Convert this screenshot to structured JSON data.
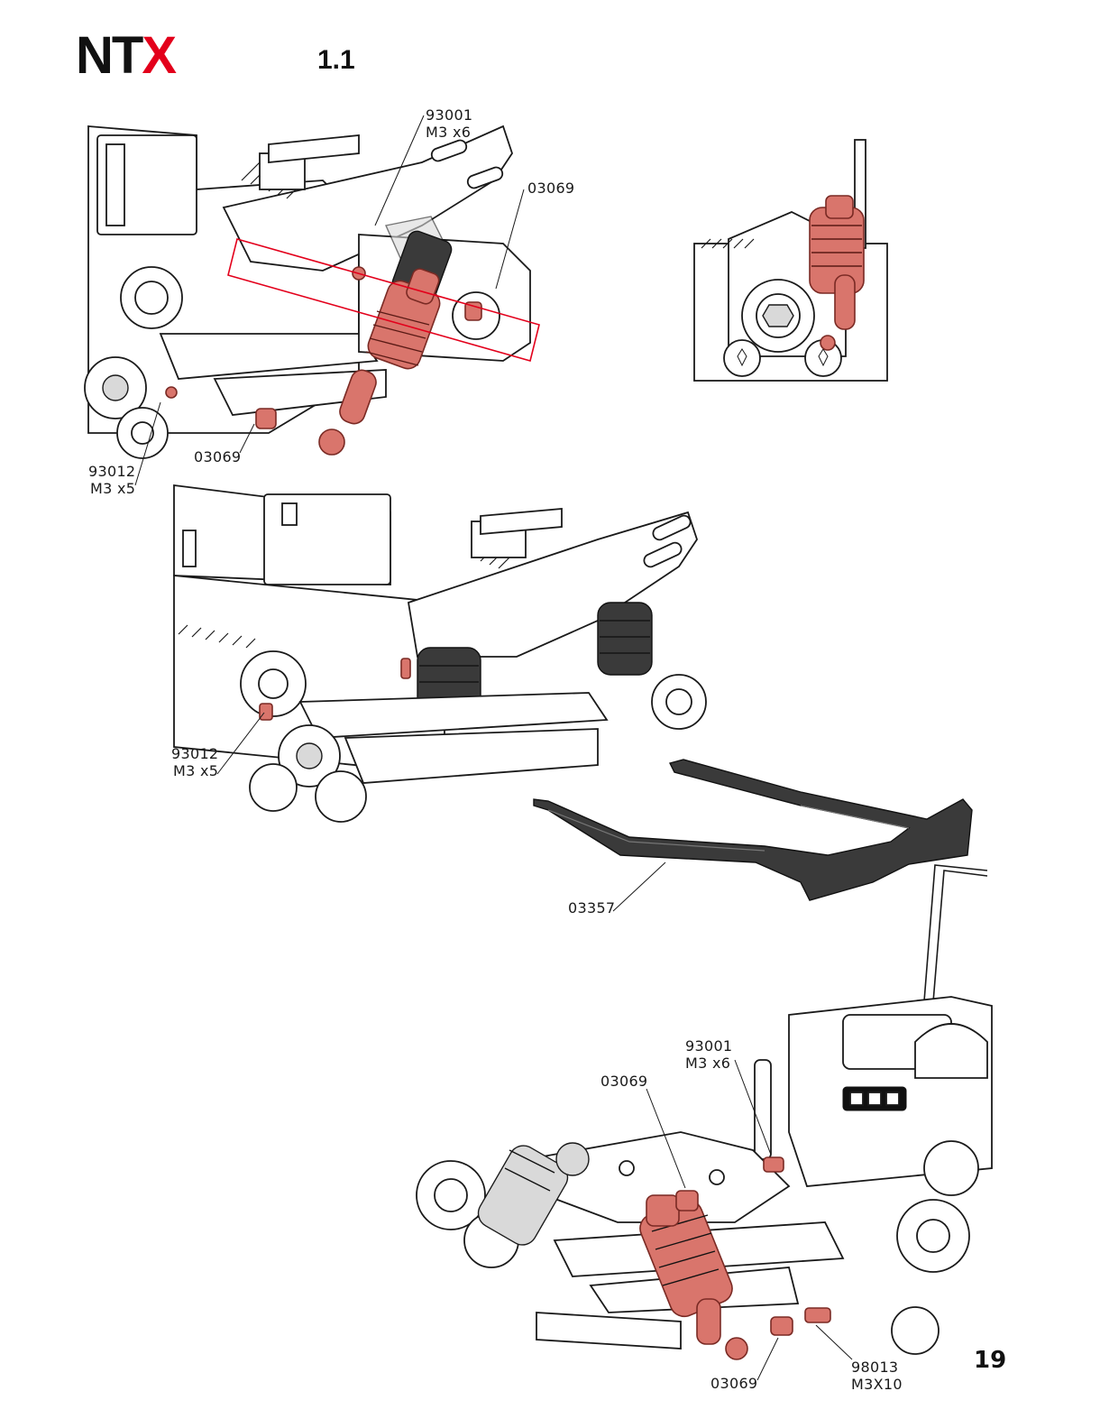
{
  "header": {
    "logo_text": "NTX",
    "logo_version": "1.1",
    "accent_color": "#e3001b"
  },
  "page_number": "19",
  "figure1": {
    "callouts": [
      {
        "line1": "93001",
        "line2": "M3 x6"
      },
      {
        "line1": "03069",
        "line2": ""
      },
      {
        "line1": "03069",
        "line2": ""
      },
      {
        "line1": "93012",
        "line2": "M3 x5"
      }
    ]
  },
  "figure2": {
    "callouts": [
      {
        "line1": "93012",
        "line2": "M3 x5"
      }
    ]
  },
  "figure3": {
    "callouts": [
      {
        "line1": "03357",
        "line2": ""
      }
    ]
  },
  "figure4": {
    "callouts": [
      {
        "line1": "93001",
        "line2": "M3 x6"
      },
      {
        "line1": "03069",
        "line2": ""
      },
      {
        "line1": "98013",
        "line2": "M3X10"
      },
      {
        "line1": "03069",
        "line2": ""
      }
    ]
  },
  "colors": {
    "highlight_part": "#d9756c",
    "detail_box": "#e3001b"
  }
}
